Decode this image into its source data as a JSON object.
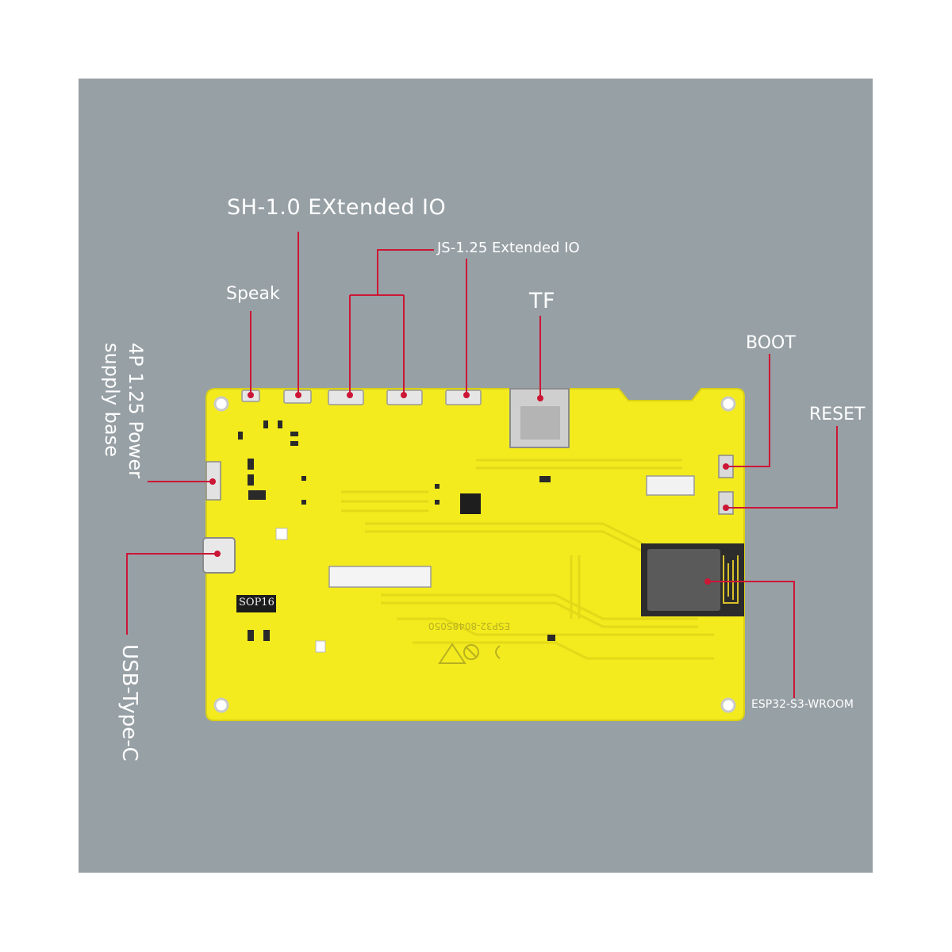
{
  "labels": {
    "sh_io": "SH-1.0 EXtended IO",
    "js_io": "JS-1.25 Extended IO",
    "speak": "Speak",
    "tf": "TF",
    "boot": "BOOT",
    "reset": "RESET",
    "power": "4P 1.25 Power supply base",
    "usb": "USB-Type-C",
    "module": "ESP32-S3-WROOM"
  },
  "board": {
    "chip_label": "SOP16",
    "model_mark": "ESP32-8048S050"
  },
  "colors": {
    "background": "#97a0a5",
    "pcb": "#f3eb1e",
    "leader": "#cc1636",
    "label": "#ffffff"
  }
}
